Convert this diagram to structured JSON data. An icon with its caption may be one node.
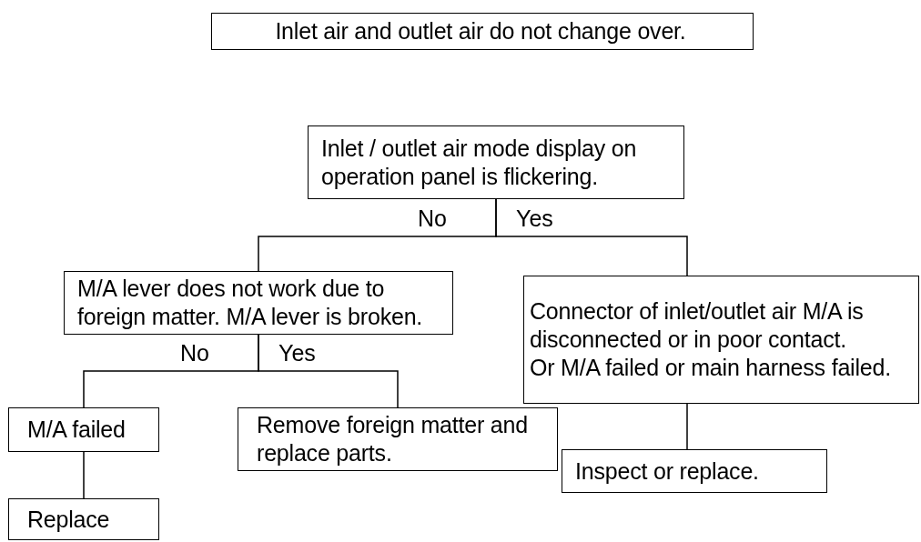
{
  "diagram": {
    "nodes": [
      {
        "text": [
          "Inlet air and outlet air do not change over."
        ]
      },
      {
        "text": [
          "Inlet / outlet air mode display on operation panel is flickering."
        ]
      },
      {
        "text": [
          "M/A lever does not work due to foreign matter. M/A lever is broken."
        ]
      },
      {
        "text": [
          "Connector of inlet/outlet air M/A is disconnected or in poor contact.",
          "Or M/A failed or main harness failed."
        ]
      },
      {
        "text": [
          "M/A failed"
        ]
      },
      {
        "text": [
          "Remove foreign matter and replace parts."
        ]
      },
      {
        "text": [
          "Replace"
        ]
      },
      {
        "text": [
          "Inspect or replace."
        ]
      }
    ],
    "edges": [
      {
        "from": 1,
        "to": 2,
        "arrow": "none",
        "label": "No"
      },
      {
        "from": 1,
        "to": 3,
        "arrow": "none",
        "label": "Yes"
      },
      {
        "from": 2,
        "to": 4,
        "arrow": "none",
        "label": "No"
      },
      {
        "from": 2,
        "to": 5,
        "arrow": "none",
        "label": "Yes"
      },
      {
        "from": 4,
        "to": 6,
        "arrow": "none"
      },
      {
        "from": 3,
        "to": 7,
        "arrow": "none"
      }
    ]
  }
}
